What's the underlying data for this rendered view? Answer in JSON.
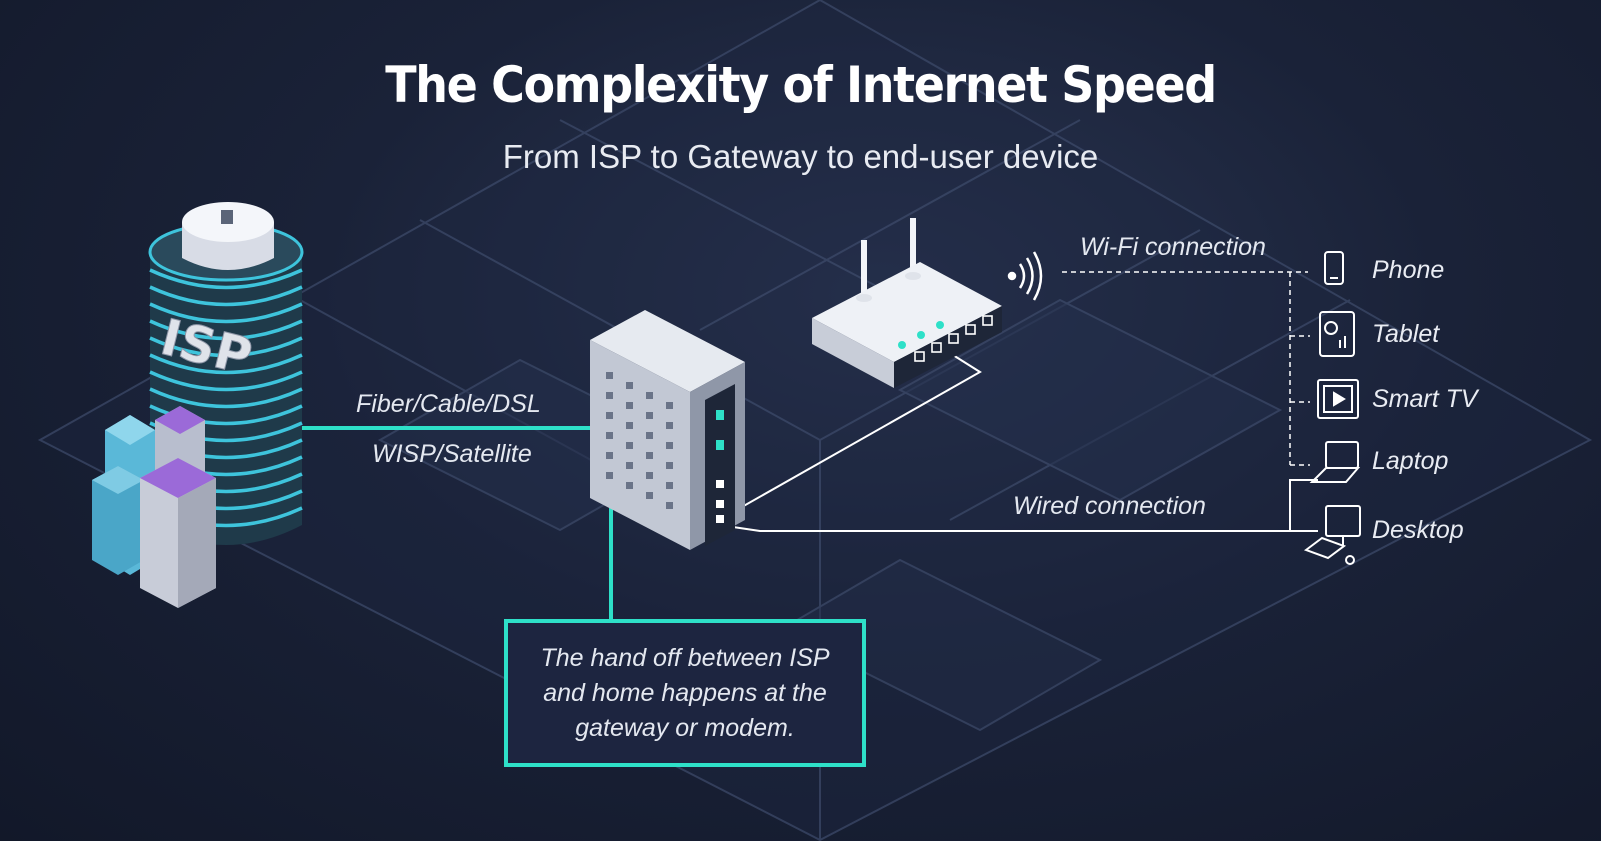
{
  "header": {
    "title": "The Complexity of Internet Speed",
    "subtitle": "From ISP to Gateway to end-user device"
  },
  "isp": {
    "tower_label": "ISP"
  },
  "links": {
    "isp_types_line1": "Fiber/Cable/DSL",
    "isp_types_line2": "WISP/Satellite",
    "wifi": "Wi-Fi connection",
    "wired": "Wired connection"
  },
  "devices": [
    {
      "label": "Phone",
      "icon": "phone-icon"
    },
    {
      "label": "Tablet",
      "icon": "tablet-icon"
    },
    {
      "label": "Smart TV",
      "icon": "smart-tv-icon"
    },
    {
      "label": "Laptop",
      "icon": "laptop-icon"
    },
    {
      "label": "Desktop",
      "icon": "desktop-icon"
    }
  ],
  "callout": {
    "text": "The hand off between ISP and home happens at the gateway or modem."
  },
  "colors": {
    "accent": "#2ee0c8",
    "background": "#141b2e",
    "building_blue": "#5ab8d8",
    "building_purple": "#9b6ad8"
  }
}
